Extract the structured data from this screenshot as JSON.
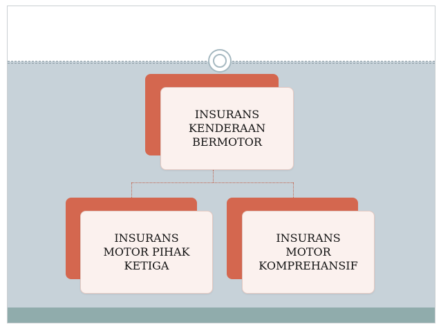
{
  "diagram": {
    "top_node": {
      "label": "INSURANS\nKENDERAAN\nBERMOTOR"
    },
    "children": [
      {
        "label": "INSURANS\nMOTOR PIHAK\nKETIGA"
      },
      {
        "label": "INSURANS\nMOTOR\nKOMPREHANSIF"
      }
    ]
  },
  "colors": {
    "accent": "#d4674f",
    "card_fill": "#fbf1ee",
    "content_bg": "#c7d2d9",
    "footer_band": "#90acac"
  }
}
